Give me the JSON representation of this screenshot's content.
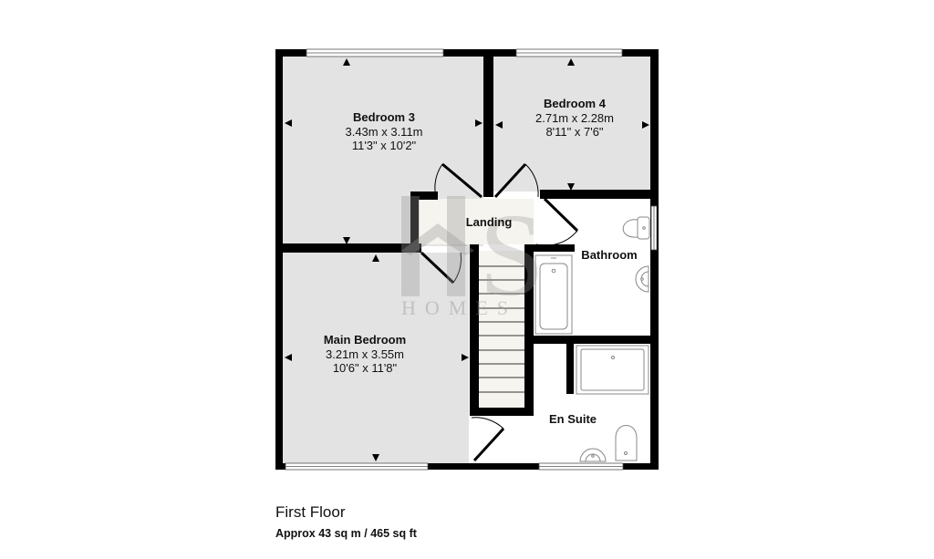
{
  "floor": {
    "title": "First Floor",
    "area": "Approx 43 sq m / 465 sq ft"
  },
  "watermark": {
    "logo": "HS",
    "text": "HOMES"
  },
  "colors": {
    "wall": "#000000",
    "room_fill": "#e3e3e3",
    "wet_room_fill": "#ffffff",
    "landing_fill": "#f6f4ee",
    "stair_fill": "#f6f4ee"
  },
  "rooms": [
    {
      "name": "Bedroom 3",
      "metric": "3.43m x 3.11m",
      "imperial": "11'3\" x 10'2\""
    },
    {
      "name": "Bedroom 4",
      "metric": "2.71m x 2.28m",
      "imperial": "8'11\" x 7'6\""
    },
    {
      "name": "Landing"
    },
    {
      "name": "Bathroom"
    },
    {
      "name": "Main Bedroom",
      "metric": "3.21m x 3.55m",
      "imperial": "10'6\" x 11'8\""
    },
    {
      "name": "En Suite"
    }
  ]
}
